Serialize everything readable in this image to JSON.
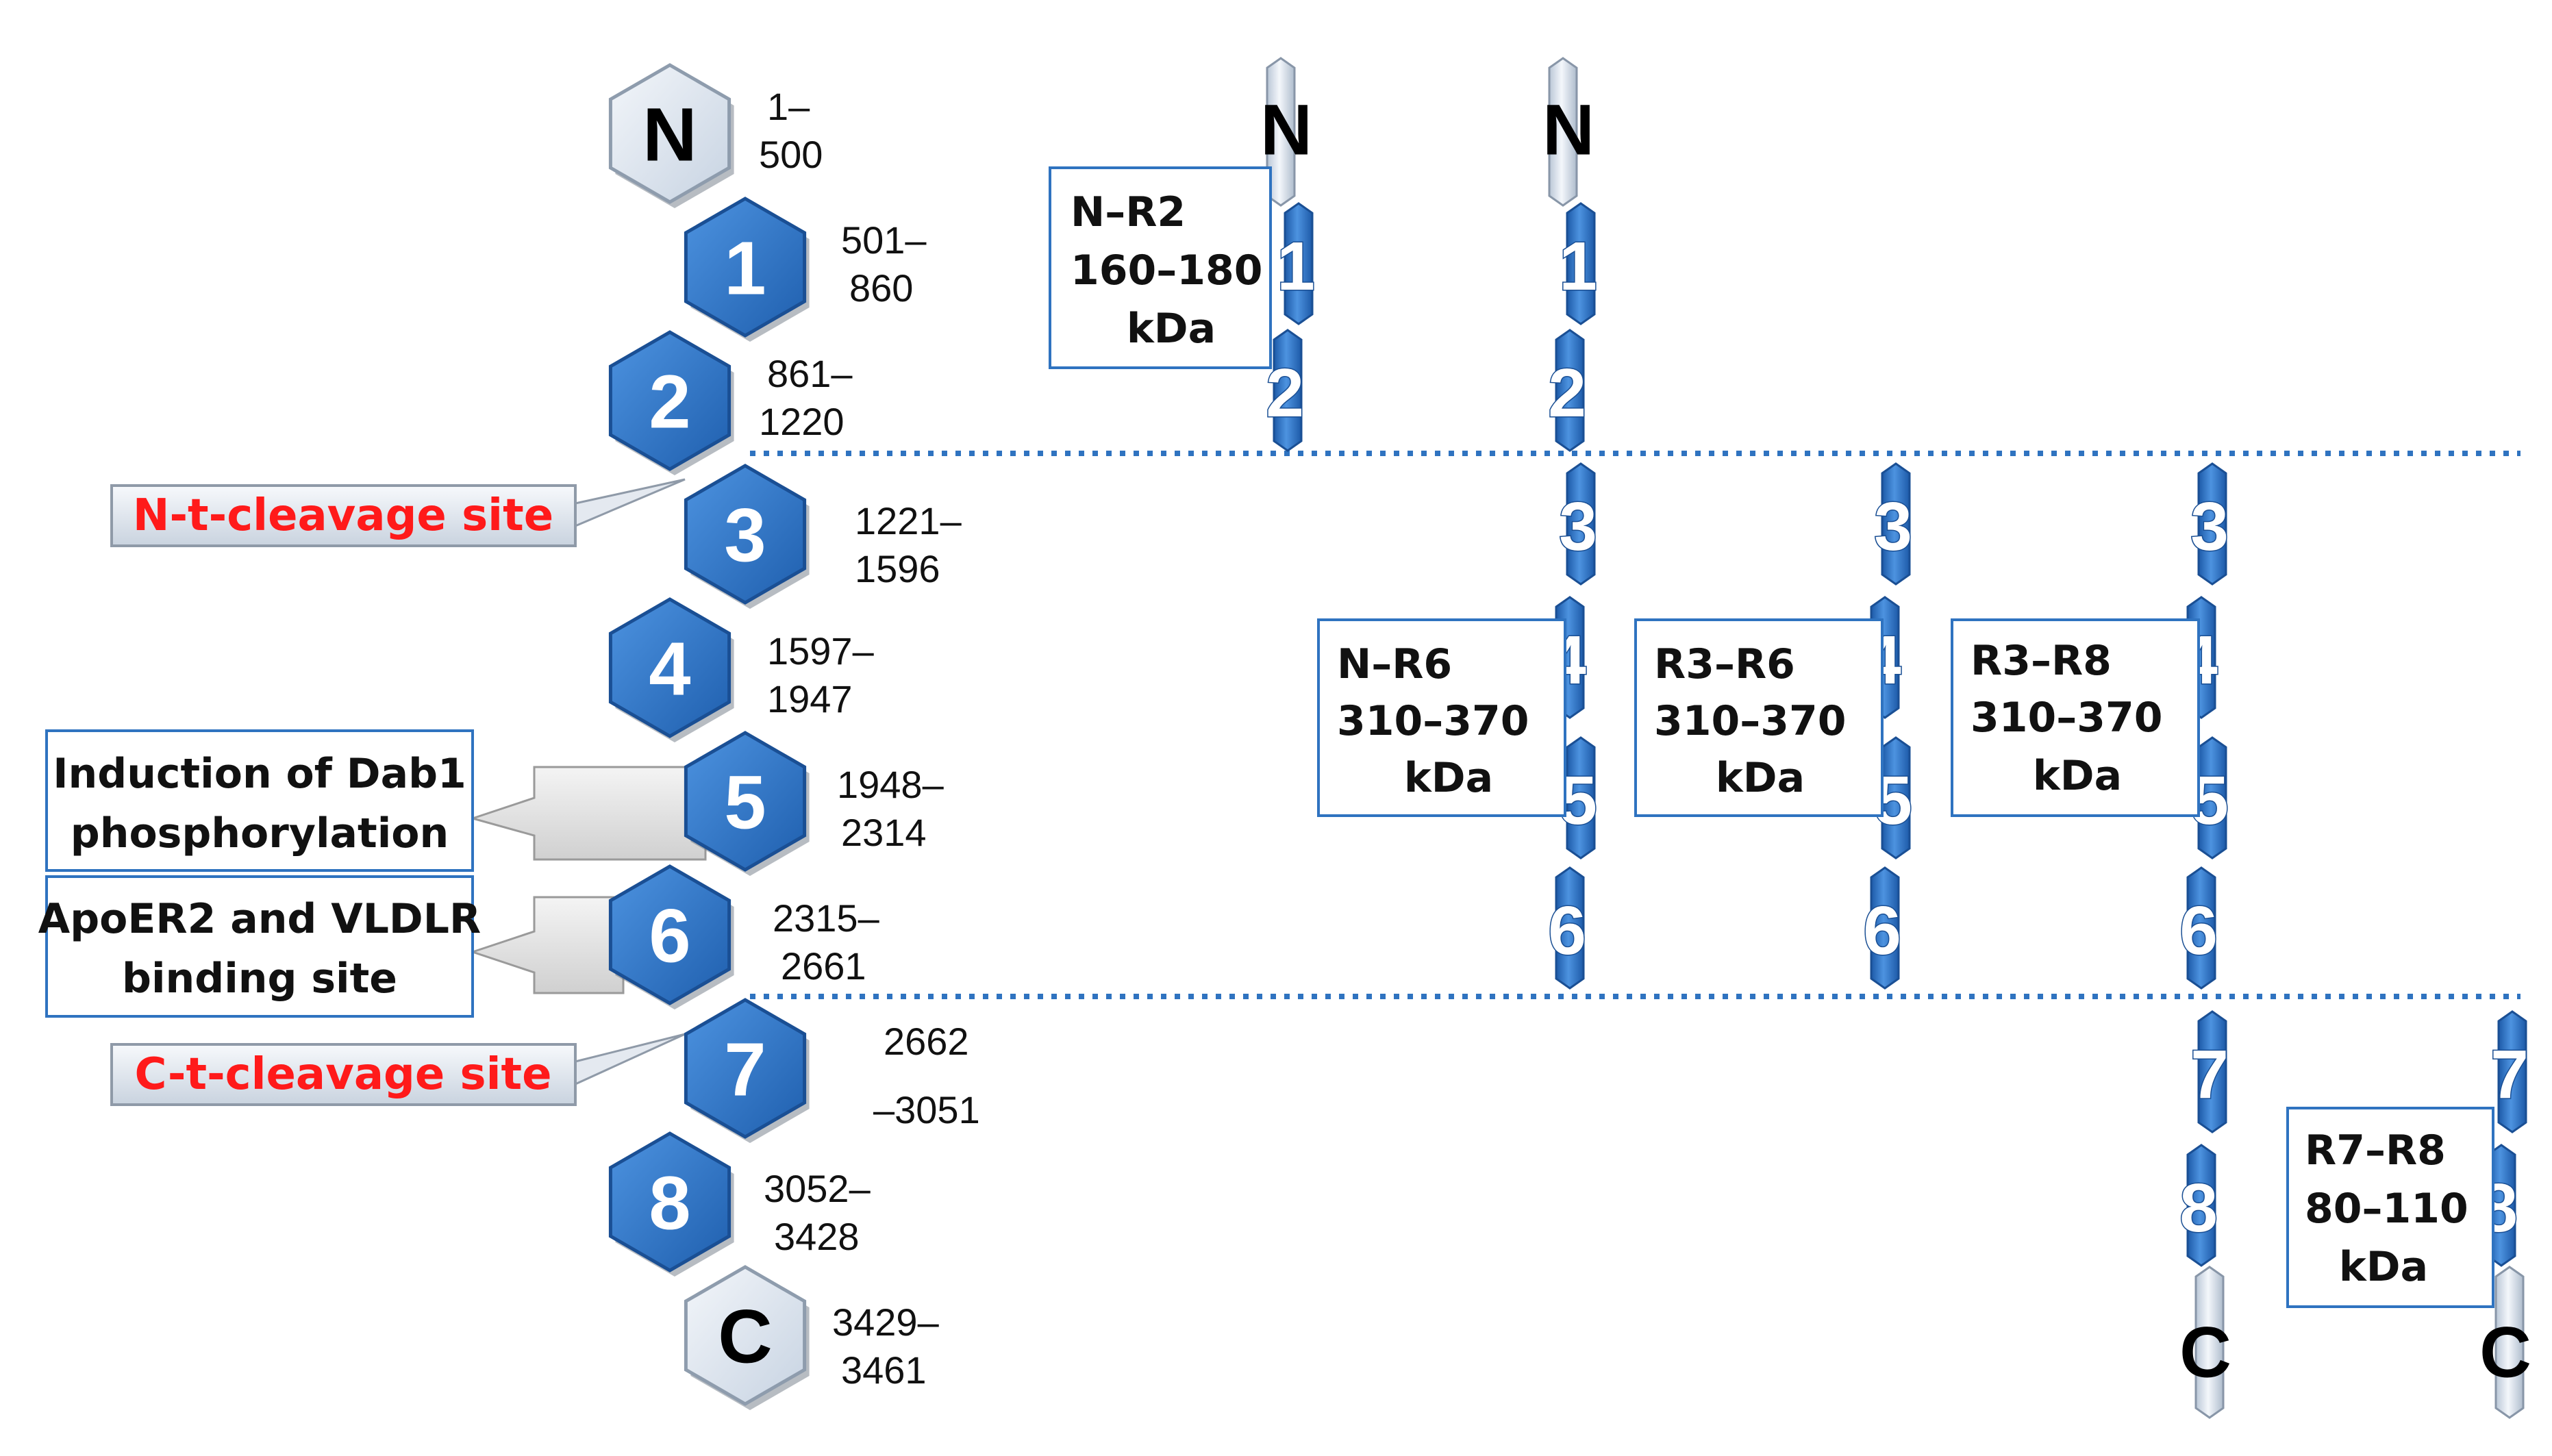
{
  "domains": [
    {
      "label": "N",
      "range_start": "1–",
      "range_end": "500",
      "terminal": true
    },
    {
      "label": "1",
      "range_start": "501–",
      "range_end": "860"
    },
    {
      "label": "2",
      "range_start": "861–",
      "range_end": "1220"
    },
    {
      "label": "3",
      "range_start": "1221–",
      "range_end": "1596"
    },
    {
      "label": "4",
      "range_start": "1597–",
      "range_end": "1947"
    },
    {
      "label": "5",
      "range_start": "1948–",
      "range_end": "2314"
    },
    {
      "label": "6",
      "range_start": "2315–",
      "range_end": "2661"
    },
    {
      "label": "7",
      "range_start": "2662",
      "range_end": "–3051"
    },
    {
      "label": "8",
      "range_start": "3052–",
      "range_end": "3428"
    },
    {
      "label": "C",
      "range_start": "3429–",
      "range_end": "3461",
      "terminal": true
    }
  ],
  "sites": {
    "n_cleavage": "N-t-cleavage site",
    "c_cleavage": "C-t-cleavage site"
  },
  "functions": {
    "dab1": [
      "Induction of Dab1",
      "phosphorylation"
    ],
    "receptor": [
      "ApoER2 and VLDLR",
      "binding site"
    ]
  },
  "fragments": [
    {
      "name": "N–R2",
      "mass": "160–180",
      "unit": "kDa",
      "segments": [
        "1",
        "2"
      ],
      "n_term": "N"
    },
    {
      "name": "N–R6",
      "mass": "310–370",
      "unit": "kDa",
      "segments": [
        "1",
        "2",
        "3",
        "4",
        "5",
        "6"
      ],
      "n_term": "N"
    },
    {
      "name": "R3–R6",
      "mass": "310–370",
      "unit": "kDa",
      "segments": [
        "3",
        "4",
        "5",
        "6"
      ]
    },
    {
      "name": "R3–R8",
      "mass": "310–370",
      "unit": "kDa",
      "segments": [
        "3",
        "4",
        "5",
        "6",
        "7",
        "8"
      ],
      "c_term": "C"
    },
    {
      "name": "R7–R8",
      "mass": "80–110",
      "unit": "kDa",
      "segments": [
        "7",
        "8"
      ],
      "c_term": "C"
    }
  ],
  "colors": {
    "repeat_blue": "#2f74c8",
    "terminal_fill": "#dde6f1",
    "site_red": "#ff1a1a",
    "box_border": "#2f73c0",
    "line_blue": "#2f73c0"
  }
}
